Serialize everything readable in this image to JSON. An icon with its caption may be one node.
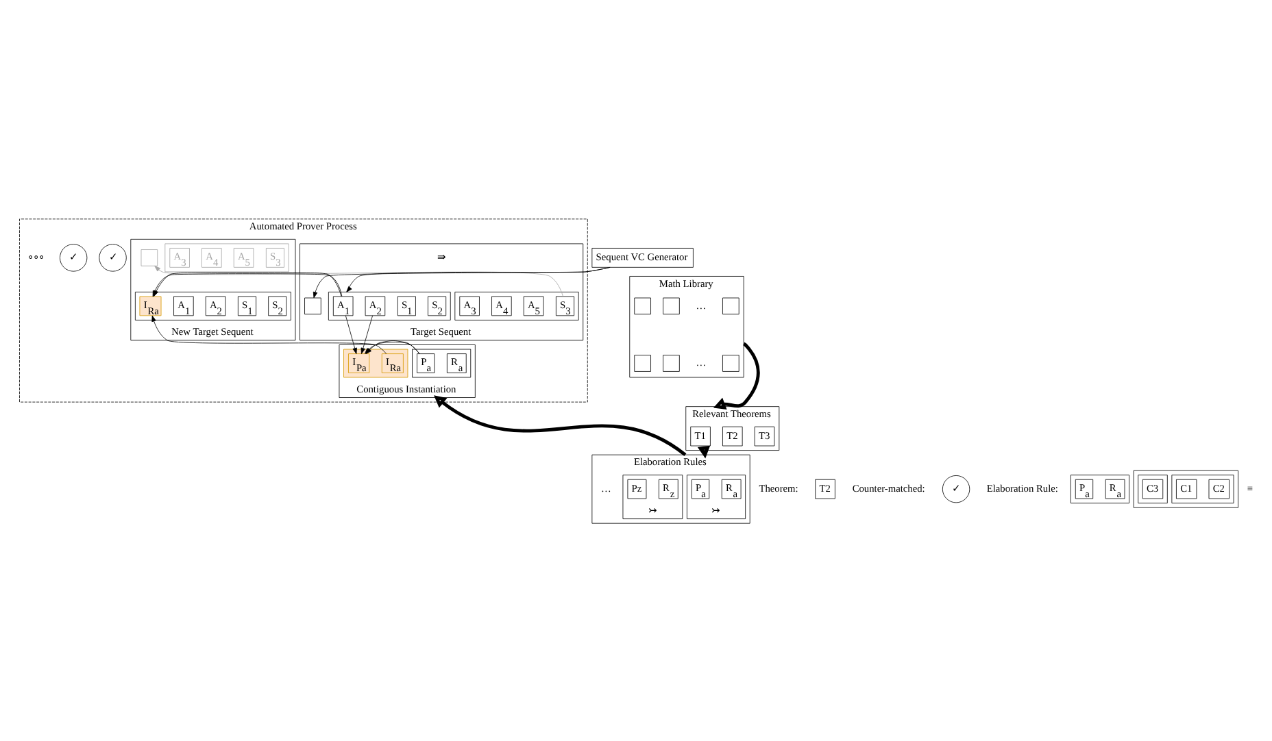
{
  "diagram": {
    "nodes": [
      {
        "text": [
          "Sequent VC Generator"
        ]
      },
      {
        "text": [
          "Automated Prover Process"
        ]
      },
      {
        "text": [
          "Target Sequent"
        ],
        "in": 1
      },
      {
        "text": [],
        "shape": "box",
        "in": 2
      },
      {
        "text": [],
        "shape": "box",
        "in": 2
      },
      {
        "text": [
          "A$_{3}$"
        ],
        "in": 4
      },
      {
        "text": [
          "A$_{4}$"
        ],
        "in": 4
      },
      {
        "text": [
          "A$_{5}$"
        ],
        "in": 4
      },
      {
        "text": [
          "S$_{3}$"
        ],
        "in": 4
      },
      {
        "text": [],
        "shape": "box",
        "in": 2
      },
      {
        "text": [
          "A$_{1}$"
        ],
        "in": 9
      },
      {
        "text": [
          "A$_{2}$"
        ],
        "in": 9
      },
      {
        "text": [
          "S$_{1}$"
        ],
        "in": 9
      },
      {
        "text": [
          "S$_{2}$"
        ],
        "in": 9
      },
      {
        "text": [
          "New Target Sequent"
        ],
        "in": 1
      },
      {
        "text": [],
        "shape": "box",
        "in": 14
      },
      {
        "text": [],
        "shape": "box",
        "in": 14
      },
      {
        "text": [
          "A$_{3}$"
        ],
        "in": 16
      },
      {
        "text": [
          "A$_{4}$"
        ],
        "in": 16
      },
      {
        "text": [
          "A$_{5}$"
        ],
        "in": 16
      },
      {
        "text": [
          "S$_{3}$"
        ],
        "in": 16
      },
      {
        "text": [],
        "shape": "box",
        "in": 14
      },
      {
        "text": [
          "I$_{Ra}$"
        ],
        "in": 21
      },
      {
        "text": [
          "A$_{1}$"
        ],
        "in": 21
      },
      {
        "text": [
          "A$_{2}$"
        ],
        "in": 21
      },
      {
        "text": [
          "S$_{1}$"
        ],
        "in": 21
      },
      {
        "text": [
          "S$_{2}$"
        ],
        "in": 21
      },
      {
        "text": [
          "✓"
        ],
        "in": 1
      },
      {
        "text": [
          "✓"
        ],
        "in": 1
      },
      {
        "text": [
          "Contiguous Instantiation"
        ],
        "in": 1
      },
      {
        "text": [],
        "shape": "box",
        "in": 29
      },
      {
        "text": [
          "P$_{a}$"
        ],
        "in": 30
      },
      {
        "text": [
          "R$_{a}$"
        ],
        "in": 30
      },
      {
        "text": [],
        "shape": "box",
        "in": 29
      },
      {
        "text": [
          "I$_{Pa}$"
        ],
        "in": 33
      },
      {
        "text": [
          "I$_{Ra}$"
        ],
        "in": 33
      },
      {
        "text": [
          "Math Library"
        ]
      },
      {
        "text": [],
        "shape": "box",
        "in": 36
      },
      {
        "text": [],
        "shape": "box",
        "in": 36
      },
      {
        "text": [],
        "shape": "box",
        "in": 36
      },
      {
        "text": [],
        "shape": "box",
        "in": 36
      },
      {
        "text": [],
        "shape": "box",
        "in": 36
      },
      {
        "text": [],
        "shape": "box",
        "in": 36
      },
      {
        "text": [
          "Relevant Theorems"
        ]
      },
      {
        "text": [
          "T1"
        ],
        "in": 43
      },
      {
        "text": [
          "T2"
        ],
        "in": 43
      },
      {
        "text": [
          "T3"
        ],
        "in": 43
      },
      {
        "text": [
          "Elaboration Rules"
        ]
      },
      {
        "text": [],
        "shape": "box",
        "beside": [
          "↣"
        ],
        "in": 47
      },
      {
        "text": [
          "P$_{a}$"
        ],
        "in": 48
      },
      {
        "text": [
          "R$_{a}$"
        ],
        "in": 48
      },
      {
        "text": [],
        "shape": "box",
        "beside": [
          "↣"
        ],
        "in": 47
      },
      {
        "text": [
          "Pz"
        ],
        "in": 51
      },
      {
        "text": [
          "R$_{z}$"
        ],
        "in": 51
      },
      {
        "text": [
          "T2"
        ]
      },
      {
        "text": [
          "✓"
        ]
      },
      {
        "text": [],
        "shape": "box"
      },
      {
        "text": [
          "P$_{a}$"
        ],
        "in": 56
      },
      {
        "text": [
          "R$_{a}$"
        ],
        "in": 56
      },
      {
        "text": [],
        "shape": "box"
      },
      {
        "text": [],
        "shape": "box",
        "in": 59
      },
      {
        "text": [
          "C1"
        ],
        "in": 60
      },
      {
        "text": [
          "C2"
        ],
        "in": 60
      },
      {
        "text": [],
        "shape": "box",
        "in": 59
      },
      {
        "text": [
          "C3"
        ],
        "in": 63
      }
    ],
    "edges": [
      {
        "from": 0,
        "to": 3,
        "arrow": "to"
      },
      {
        "from": 0,
        "to": 9,
        "arrow": "to"
      },
      {
        "from": 8,
        "to": 15,
        "arrow": "to",
        "color": "#a6a6a6"
      },
      {
        "from": 9,
        "to": 21,
        "arrow": "to"
      },
      {
        "from": 10,
        "to": 34,
        "arrow": "to"
      },
      {
        "from": 11,
        "to": 34,
        "arrow": "to"
      },
      {
        "from": 30,
        "to": 33,
        "arrow": "to"
      },
      {
        "from": 35,
        "to": 22,
        "arrow": "to"
      },
      {
        "from": 36,
        "to": 43,
        "arrow": "to",
        "style": "thick"
      },
      {
        "from": 43,
        "to": 47,
        "arrow": "to",
        "style": "thick"
      },
      {
        "from": 47,
        "to": 29,
        "arrow": "to",
        "style": "thick"
      }
    ],
    "labels": [
      "…",
      "…",
      "⇛",
      "∘∘∘",
      "…",
      "Theorem:",
      "Counter-matched:",
      "Elaboration Rule:",
      "≡"
    ]
  }
}
